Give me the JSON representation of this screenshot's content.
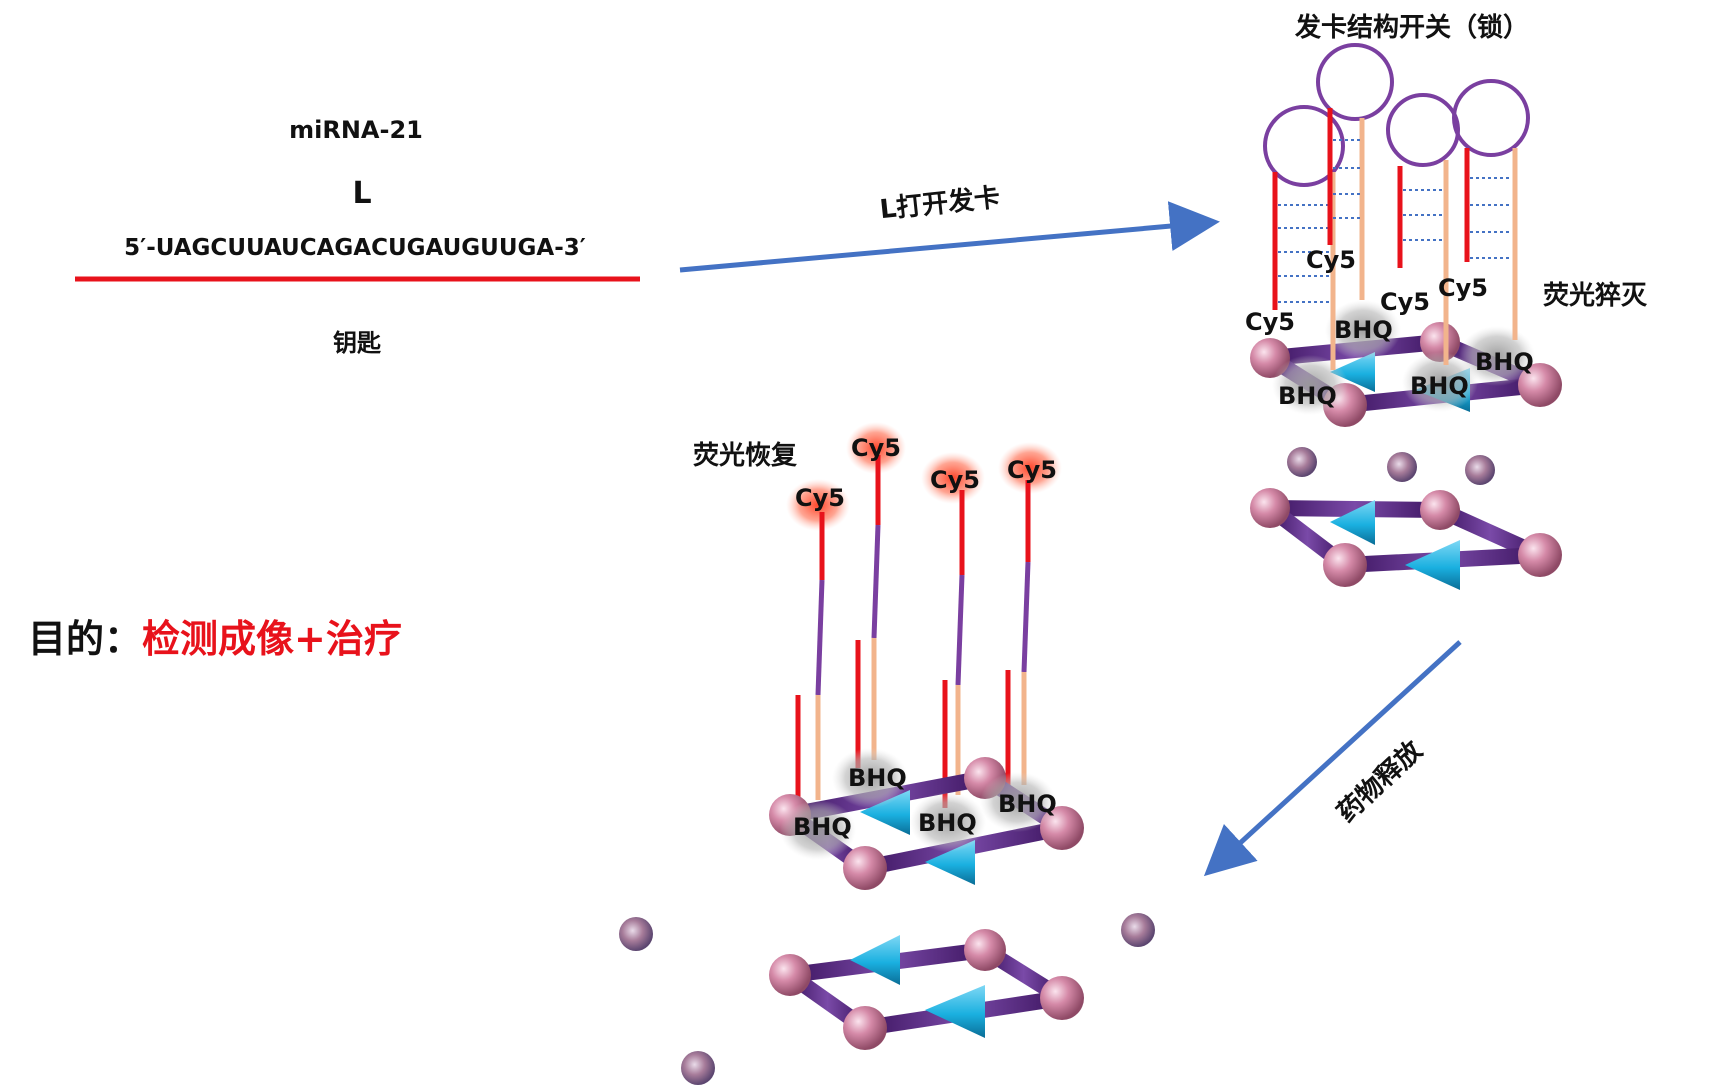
{
  "key_panel": {
    "mirna_name": "miRNA-21",
    "strand_letter": "L",
    "sequence": "5′-UAGCUUAUCAGACUGAUGUUGA-3′",
    "key_label": "钥匙"
  },
  "arrows": {
    "open_label": "L打开发卡",
    "release_label": "药物释放"
  },
  "locked_structure": {
    "title": "发卡结构开关（锁）",
    "quench_label": "荧光猝灭",
    "fluor_labels": [
      "Cy5",
      "Cy5",
      "Cy5",
      "Cy5"
    ],
    "quencher_labels": [
      "BHQ",
      "BHQ",
      "BHQ",
      "BHQ"
    ]
  },
  "unlocked_structure": {
    "recover_label": "荧光恢复",
    "fluor_labels": [
      "Cy5",
      "Cy5",
      "Cy5",
      "Cy5"
    ],
    "quencher_labels": [
      "BHQ",
      "BHQ",
      "BHQ",
      "BHQ"
    ]
  },
  "purpose": {
    "label": "目的：",
    "value": "检测成像+治疗"
  },
  "colors": {
    "strand_red": "#e8121b",
    "arrow_blue": "#4472c4",
    "frame_purple": "#5b2a86",
    "cone_cyan": "#1ab0e0",
    "node_pink": "#d58aa8",
    "hairpin_loop": "#7a3fa0",
    "stem_tan": "#f2b48c",
    "glow_red": "#ff3b1f"
  }
}
